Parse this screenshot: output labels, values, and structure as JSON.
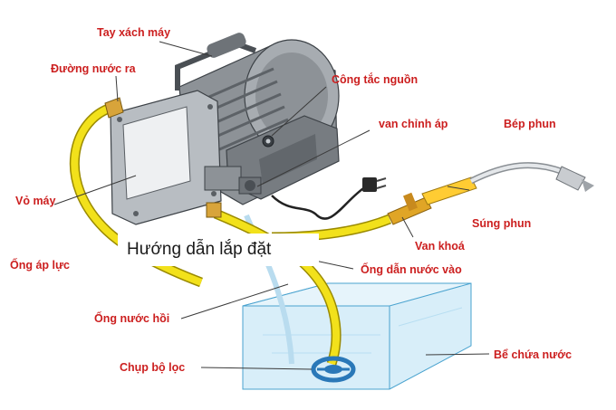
{
  "caption": "Hướng dẫn lắp đặt",
  "labels": {
    "tay_xach_may": "Tay xách máy",
    "duong_nuoc_ra": "Đường nước ra",
    "cong_tac_nguon": "Công tắc nguồn",
    "van_chinh_ap": "van chỉnh áp",
    "bep_phun": "Bép phun",
    "vo_may": "Vỏ máy",
    "sung_phun": "Súng phun",
    "van_khoa": "Van khoá",
    "ong_ap_luc": "Ống áp lực",
    "ong_dan_nuoc_vao": "Ống dẫn nước vào",
    "ong_nuoc_hoi": "Ống nước hồi",
    "chup_bo_loc": "Chụp bộ lọc",
    "be_chua_nuoc": "Bể chứa nước"
  },
  "colors": {
    "label_red": "#cc1f1f",
    "hose_yellow": "#f2e11b",
    "hose_outline": "#9a8a00",
    "brass": "#e0a526",
    "water_tank": "#cfe9f7",
    "filter_blue": "#2a78b8",
    "machine_gray": "#9ea3a8",
    "leader_line": "#3a3a3a"
  }
}
